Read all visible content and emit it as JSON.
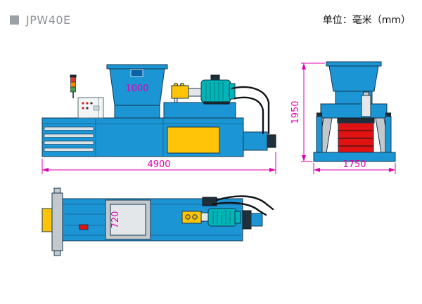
{
  "header": {
    "bullet_icon": "square",
    "title": "JPW40E",
    "unit_label": "单位：毫米（mm）"
  },
  "views": {
    "side": {
      "hopper_width_label": "1000",
      "overall_length_label": "4900"
    },
    "end": {
      "overall_height_label": "1950",
      "overall_width_label": "1750"
    },
    "top": {
      "chamber_width_label": "720"
    }
  },
  "colors": {
    "machine_blue": "#1b95d4",
    "panel_yellow": "#ffc408",
    "motor_teal": "#00b5b8",
    "bale_red": "#e01212",
    "dimension_magenta": "#e000b0",
    "frame_gray": "#c2c8cc",
    "title_gray": "#8d9296",
    "outline_dark": "#15384f"
  }
}
